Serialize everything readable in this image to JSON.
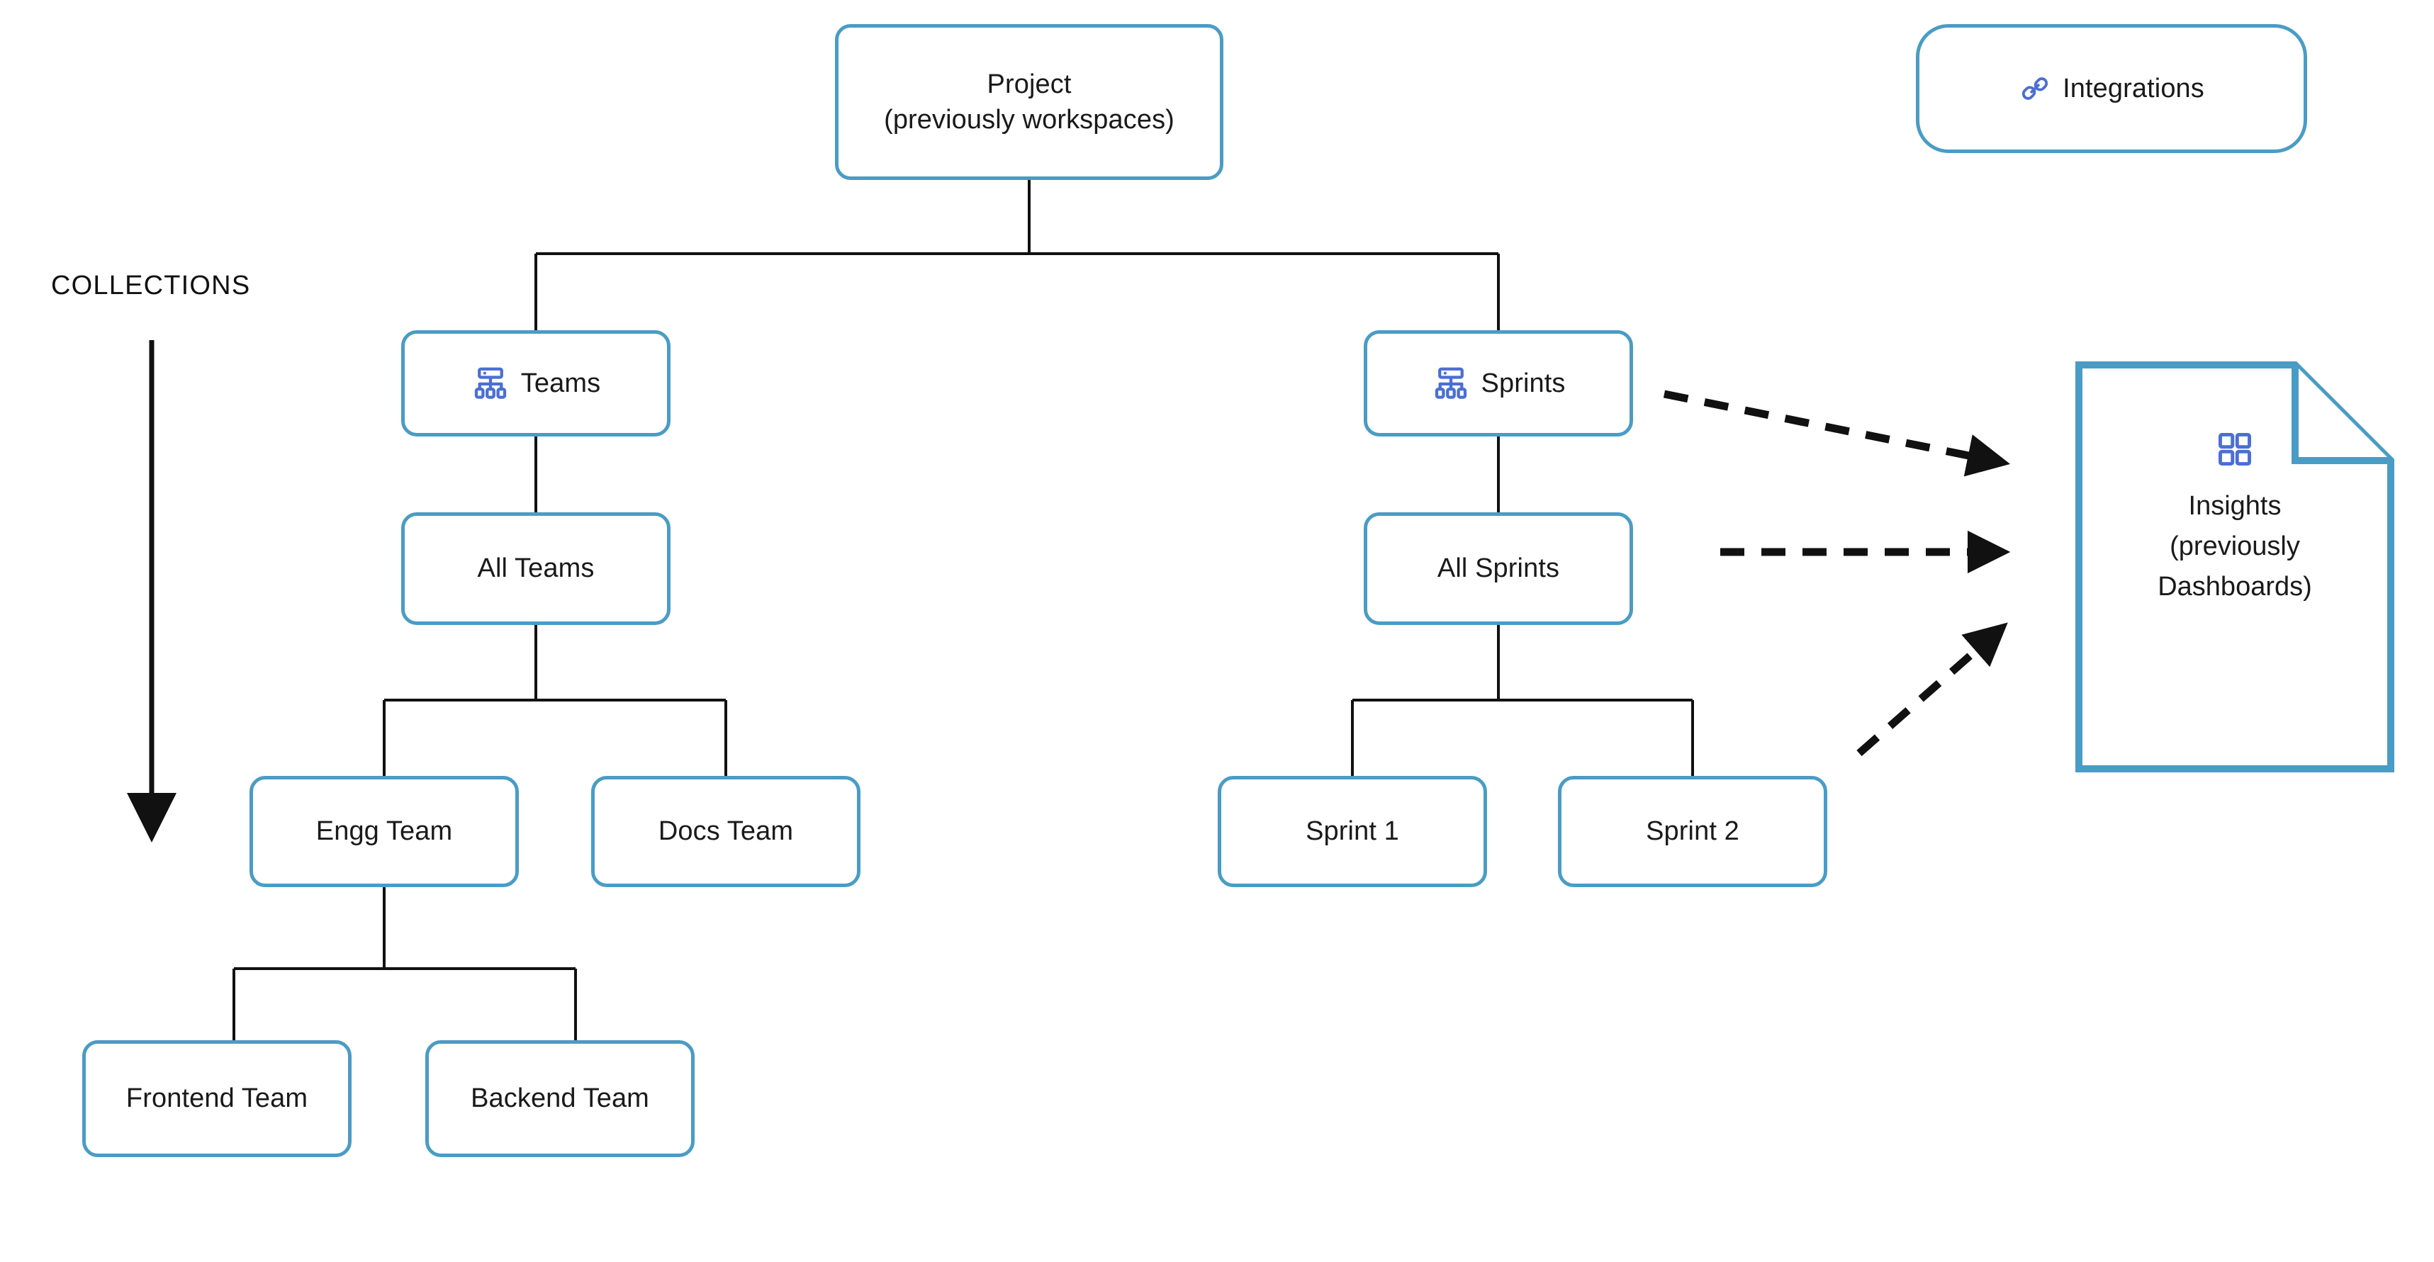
{
  "diagram": {
    "type": "hierarchy-tree",
    "background_color": "#ffffff",
    "node_border_color": "#4a9cc5",
    "connector_color": "#111111",
    "icon_color": "#4a6fd4",
    "text_color": "#1a1a1a",
    "side_label": "COLLECTIONS"
  },
  "nodes": {
    "project": {
      "title": "Project",
      "subtitle": "(previously workspaces)"
    },
    "integrations": {
      "label": "Integrations",
      "icon": "link-icon"
    },
    "teams": {
      "label": "Teams",
      "icon": "hierarchy-icon"
    },
    "sprints": {
      "label": "Sprints",
      "icon": "hierarchy-icon"
    },
    "all_teams": {
      "label": "All Teams"
    },
    "all_sprints": {
      "label": "All Sprints"
    },
    "engg_team": {
      "label": "Engg Team"
    },
    "docs_team": {
      "label": "Docs Team"
    },
    "sprint_1": {
      "label": "Sprint 1"
    },
    "sprint_2": {
      "label": "Sprint 2"
    },
    "frontend_team": {
      "label": "Frontend Team"
    },
    "backend_team": {
      "label": "Backend Team"
    },
    "insights": {
      "title": "Insights",
      "subtitle_line1": "(previously",
      "subtitle_line2": "Dashboards)",
      "icon": "grid-2x2-icon",
      "shape": "document-folded-corner"
    }
  },
  "edges": [
    {
      "from": "project",
      "to": "teams",
      "style": "solid"
    },
    {
      "from": "project",
      "to": "sprints",
      "style": "solid"
    },
    {
      "from": "teams",
      "to": "all_teams",
      "style": "solid"
    },
    {
      "from": "all_teams",
      "to": "engg_team",
      "style": "solid"
    },
    {
      "from": "all_teams",
      "to": "docs_team",
      "style": "solid"
    },
    {
      "from": "engg_team",
      "to": "frontend_team",
      "style": "solid"
    },
    {
      "from": "engg_team",
      "to": "backend_team",
      "style": "solid"
    },
    {
      "from": "sprints",
      "to": "all_sprints",
      "style": "solid"
    },
    {
      "from": "all_sprints",
      "to": "sprint_1",
      "style": "solid"
    },
    {
      "from": "all_sprints",
      "to": "sprint_2",
      "style": "solid"
    },
    {
      "from": "sprints",
      "to": "insights",
      "style": "dashed-arrow"
    },
    {
      "from": "all_sprints",
      "to": "insights",
      "style": "dashed-arrow"
    },
    {
      "from": "sprint_2",
      "to": "insights",
      "style": "dashed-arrow"
    }
  ],
  "collections_arrow": {
    "label": "COLLECTIONS",
    "direction": "down"
  }
}
